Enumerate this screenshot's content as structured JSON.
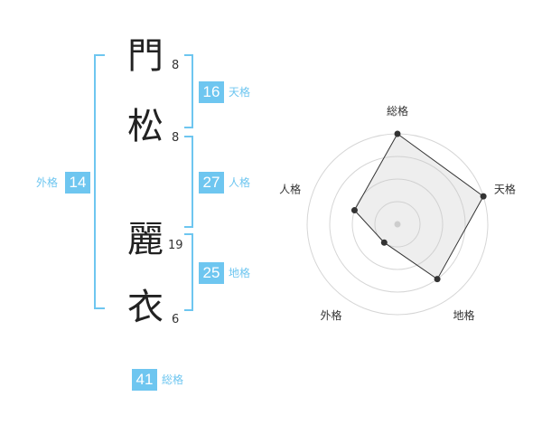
{
  "name_chars": [
    {
      "char": "門",
      "strokes": "8"
    },
    {
      "char": "松",
      "strokes": "8"
    },
    {
      "char": "麗",
      "strokes": "19"
    },
    {
      "char": "衣",
      "strokes": "6"
    }
  ],
  "fortunes": {
    "tenkaku": {
      "value": "16",
      "label": "天格"
    },
    "jinkaku": {
      "value": "27",
      "label": "人格"
    },
    "chikaku": {
      "value": "25",
      "label": "地格"
    },
    "gaikaku": {
      "value": "14",
      "label": "外格"
    },
    "soukaku": {
      "value": "41",
      "label": "総格"
    }
  },
  "colors": {
    "accent": "#6ec6f0",
    "text": "#222222"
  },
  "chart_data": {
    "type": "radar",
    "axes": [
      "総格",
      "天格",
      "地格",
      "外格",
      "人格"
    ],
    "values": [
      4,
      4,
      3,
      1,
      2
    ],
    "range": [
      0,
      4
    ],
    "grid": true
  }
}
